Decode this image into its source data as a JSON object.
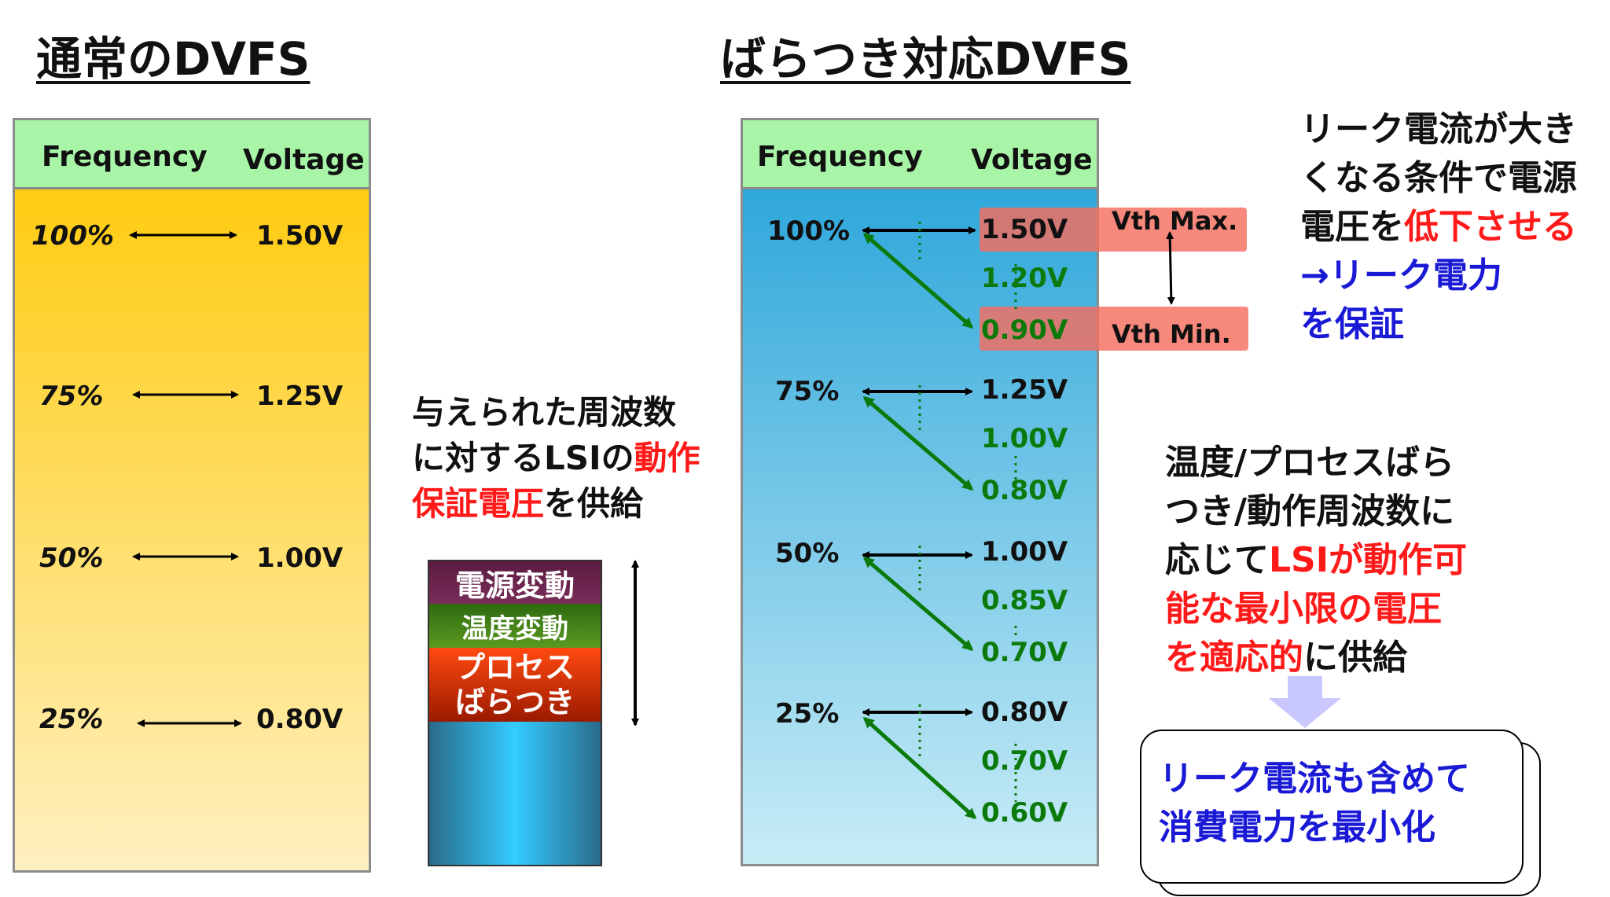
{
  "left": {
    "title": "通常のDVFS",
    "header": {
      "frequency": "Frequency",
      "voltage": "Voltage"
    },
    "rows": [
      {
        "freq": "100%",
        "volt": "1.50V"
      },
      {
        "freq": "75%",
        "volt": "1.25V"
      },
      {
        "freq": "50%",
        "volt": "1.00V"
      },
      {
        "freq": "25%",
        "volt": "0.80V"
      }
    ]
  },
  "middle": {
    "desc_line1": "与えられた周波数",
    "desc_line2_a": "に対するLSIの",
    "desc_line2_b": "動作",
    "desc_line3_a": "保証電圧",
    "desc_line3_b": "を供給",
    "stack": {
      "power": "電源変動",
      "temp": "温度変動",
      "process_1": "プロセス",
      "process_2": "ばらつき"
    }
  },
  "right": {
    "title": "ばらつき対応DVFS",
    "header": {
      "frequency": "Frequency",
      "voltage": "Voltage"
    },
    "rows": [
      {
        "freq": "100%",
        "vmax": "1.50V",
        "vmid": "1.20V",
        "vmin": "0.90V"
      },
      {
        "freq": "75%",
        "vmax": "1.25V",
        "vmid": "1.00V",
        "vmin": "0.80V"
      },
      {
        "freq": "50%",
        "vmax": "1.00V",
        "vmid": "0.85V",
        "vmin": "0.70V"
      },
      {
        "freq": "25%",
        "vmax": "0.80V",
        "vmid": "0.70V",
        "vmin": "0.60V"
      }
    ],
    "vth_max": "Vth Max.",
    "vth_min": "Vth Min."
  },
  "notes": {
    "leak_1": "リーク電流が大き",
    "leak_2": "くなる条件で電源",
    "leak_3_a": "電圧を",
    "leak_3_b": "低下させる",
    "leak_4": "→リーク電力",
    "leak_5": "を保証",
    "adapt_1": "温度/プロセスばら",
    "adapt_2": "つき/動作周波数に",
    "adapt_3_a": "応じて",
    "adapt_3_b": "LSIが動作可",
    "adapt_4": "能な最小限の電圧",
    "adapt_5_a": "を適応的",
    "adapt_5_b": "に供給",
    "result_1": "リーク電流も含めて",
    "result_2": "消費電力を最小化"
  },
  "colors": {
    "header_green": "#a8f5a8",
    "left_gradient_top": "#ffc800",
    "left_gradient_bottom": "#fff0c0",
    "right_gradient_top": "#1fa0d8",
    "right_gradient_bottom": "#c8ecf6",
    "vth_band": "#f58a7a",
    "red_text": "#ff1a1a",
    "blue_text": "#1a1ad6",
    "green_arrow": "#0b7a0b"
  }
}
